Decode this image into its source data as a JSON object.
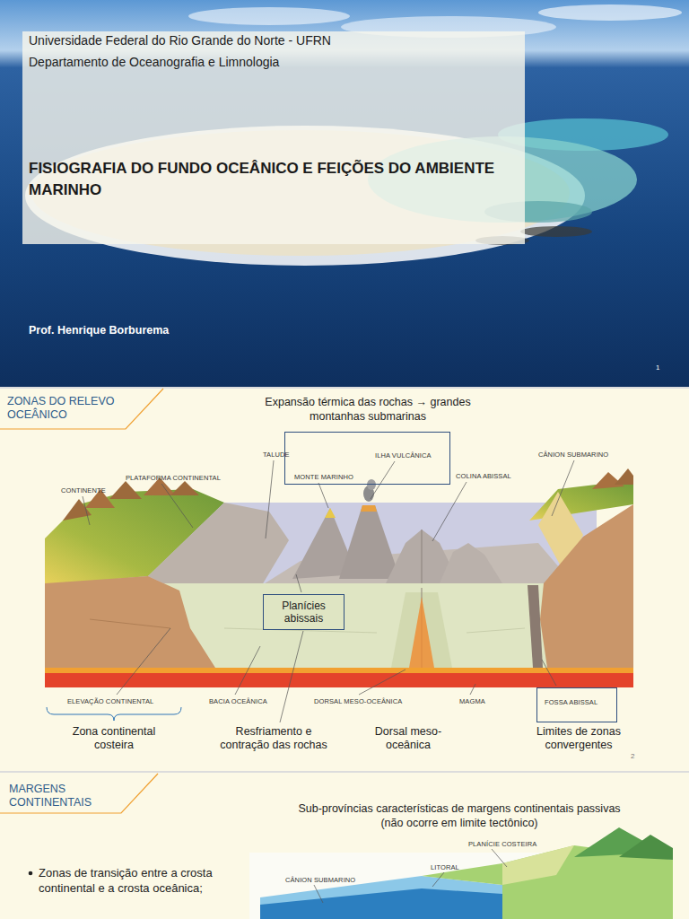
{
  "diagram": {
    "nodes": [
      {
        "text": [
          "Universidade Federal do Rio Grande do Norte - UFRN",
          "Departamento de Oceanografia e Limnologia",
          "FISIOGRAFIA DO FUNDO OCEÂNICO E FEIÇÕES DO AMBIENTE MARINHO"
        ]
      },
      {
        "text": [
          "ILHA VULCÂNICA",
          "MONTE MARINHO"
        ]
      },
      {
        "text": [
          "Planícies abissais"
        ]
      },
      {
        "text": [
          "FOSSA ABISSAL"
        ]
      }
    ],
    "labels": [
      "Prof. Henrique Borburema",
      "1",
      "ZONAS DO RELEVO OCEÂNICO",
      "Expansão térmica das rochas → grandes montanhas submarinas",
      "TALUDE",
      "PLATAFORMA CONTINENTAL",
      "CÂNION SUBMARINO",
      "COLINA ABISSAL",
      "CONTINENTE",
      "ELEVAÇÃO CONTINENTAL",
      "BACIA OCEÂNICA",
      "DORSAL MESO-OCEÂNICA",
      "MAGMA",
      "Zona continental costeira",
      "Resfriamento e contração das rochas",
      "Dorsal meso- oceânica",
      "Limites de zonas convergentes",
      "2",
      "MARGENS CONTINENTAIS",
      "Sub-províncias características de margens continentais passivas (não ocorre em limite tectônico)",
      "Zonas de transição entre a crosta continental e a crosta oceânica;",
      "PLANÍCIE COSTEIRA",
      "LITORAL",
      "CÂNION SUBMARINO"
    ]
  }
}
